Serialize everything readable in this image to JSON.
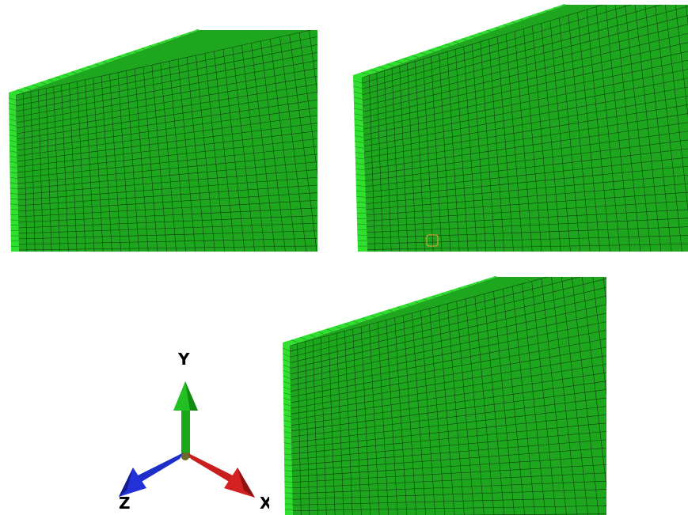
{
  "panels": [
    {
      "name": "mesh-view-top-left",
      "face_color": "#1fa61f",
      "edge_color": "#2fe02f",
      "element_highlight": false
    },
    {
      "name": "mesh-view-top-right",
      "face_color": "#1fa61f",
      "edge_color": "#2fe02f",
      "element_highlight": true,
      "highlight_color": "#c8a23a"
    },
    {
      "name": "mesh-view-bottom",
      "face_color": "#1fa61f",
      "edge_color": "#2fe02f",
      "element_highlight": false
    }
  ],
  "triad": {
    "y_label": "Y",
    "x_label": "X",
    "z_label": "Z",
    "y_color": "#1aa81a",
    "x_color": "#c81e1e",
    "z_color": "#1e2ec8"
  }
}
